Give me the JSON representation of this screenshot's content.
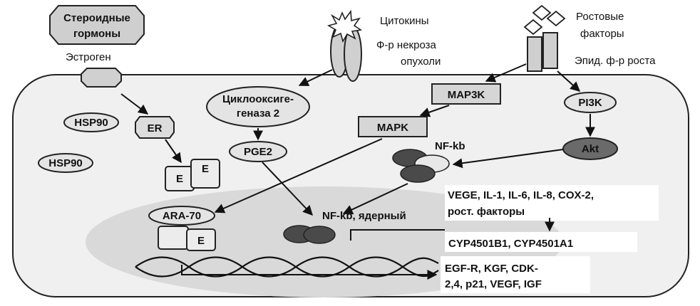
{
  "header": {
    "steroid_hormones": [
      "Стероидные",
      "гормоны"
    ],
    "estrogen": "Эстроген",
    "cytokines": "Цитокины",
    "tnf": [
      "Ф-р некроза",
      "опухоли"
    ],
    "growth_factors": [
      "Ростовые",
      "факторы"
    ],
    "egf": "Эпид. ф-р роста"
  },
  "cell": {
    "hsp90_a": "HSP90",
    "hsp90_b": "HSP90",
    "er": "ER",
    "e1": "E",
    "e2": "E",
    "cox2": [
      "Циклооксиге-",
      "геназа 2"
    ],
    "pge2": "PGE2",
    "map3k": "MAP3K",
    "mapk": "MAPK",
    "pi3k": "PI3K",
    "akt": "Akt",
    "nfkb": "NF-kb"
  },
  "nucleus": {
    "ara70": "ARA-70",
    "e_nuc": "E",
    "nfkb_nuclear": "NF-kb, ядерный",
    "targets_1": [
      "VEGE, IL-1, IL-6, IL-8, COX-2,",
      "рост. факторы"
    ],
    "cyp": "CYP4501B1, CYP4501A1",
    "targets_2": [
      "EGF-R, KGF, CDK-",
      "2,4, p21, VEGF, IGF"
    ]
  },
  "colors": {
    "cell_fill": "#f0f0f0",
    "nucleus_fill": "#d9d9d9",
    "box_fill": "#d6d6d6",
    "oval_fill": "#e4e4e4",
    "dark_oval": "#6a6a6a",
    "darker_oval": "#4a4a4a"
  }
}
